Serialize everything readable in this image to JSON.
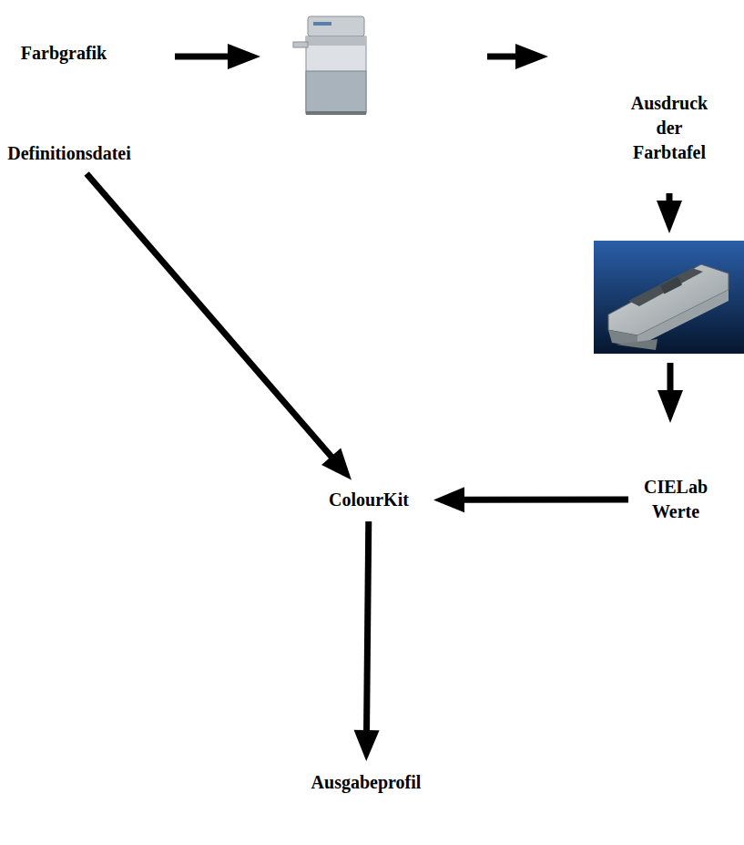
{
  "diagram": {
    "nodes": [
      {
        "text": [
          "Farbgrafik"
        ]
      },
      {
        "text": [
          "Ausdruck der Farbtafel"
        ]
      },
      {
        "text": [
          "Definitionsdatei"
        ]
      },
      {
        "text": [
          "CIELab Werte"
        ]
      },
      {
        "text": [
          "ColourKit"
        ]
      },
      {
        "text": [
          "Ausgabeprofil"
        ]
      }
    ],
    "edges": [
      {
        "from": 2,
        "to": 4,
        "arrow": "to"
      },
      {
        "from": 3,
        "to": 4,
        "arrow": "to"
      },
      {
        "from": 4,
        "to": 5,
        "arrow": "to"
      }
    ]
  }
}
